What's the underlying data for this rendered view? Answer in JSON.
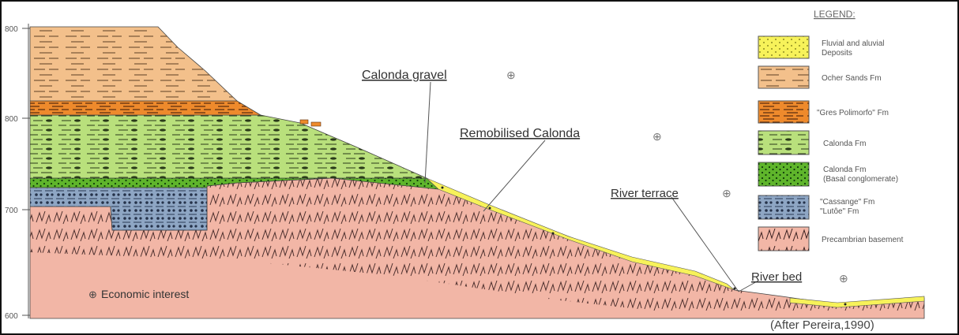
{
  "axis": {
    "ticks": [
      "800",
      "800",
      "700",
      "600"
    ]
  },
  "legend": {
    "title": "LEGEND:",
    "items": [
      {
        "label_lines": [
          "Fluvial and aluvial",
          "Deposits"
        ],
        "color": "#f7f25a",
        "pattern": "dots"
      },
      {
        "label_lines": [
          "Ocher Sands Fm"
        ],
        "color": "#f3c08b",
        "pattern": "dashes"
      },
      {
        "label_lines": [
          "\"Gres Polimorfo\" Fm"
        ],
        "color": "#ee8a2c",
        "pattern": "dashes"
      },
      {
        "label_lines": [
          "Calonda Fm"
        ],
        "color": "#b9e07c",
        "pattern": "lenses"
      },
      {
        "label_lines": [
          "Calonda Fm",
          "(Basal conglomerate)"
        ],
        "color": "#5fb52b",
        "pattern": "dots"
      },
      {
        "label_lines": [
          "\"Cassange\" Fm",
          "\"Lutôe\" Fm"
        ],
        "color": "#8ea6c4",
        "pattern": "pebbles"
      },
      {
        "label_lines": [
          "Precambrian basement"
        ],
        "color": "#f2b6a6",
        "pattern": "hatch"
      }
    ]
  },
  "annotations": {
    "calonda_gravel": "Calonda gravel",
    "remobilised_calonda": "Remobilised Calonda",
    "river_terrace": "River terrace",
    "river_bed": "River bed",
    "economic_interest": "Economic interest",
    "marker_symbol": "⊕"
  },
  "credit": "(After Pereira,1990)",
  "colors": {
    "frame": "#111111",
    "basement": "#f2b6a6",
    "ocher": "#f3c08b",
    "gres": "#ee8a2c",
    "calonda": "#b9e07c",
    "basal": "#5fb52b",
    "cassange": "#8ea6c4",
    "fluvial": "#f7f25a"
  }
}
